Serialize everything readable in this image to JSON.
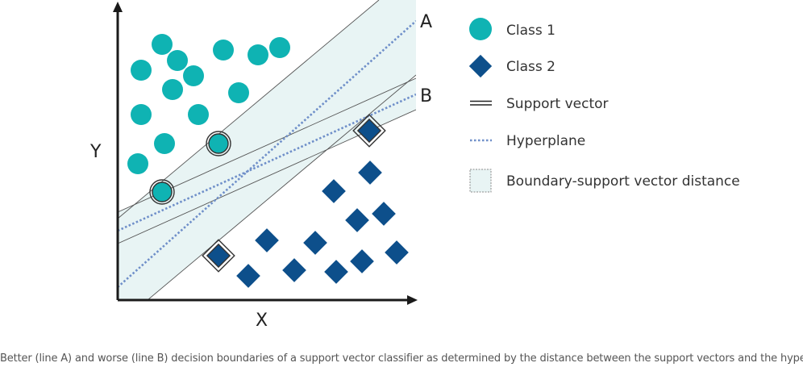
{
  "axes": {
    "x_label": "X",
    "y_label": "Y"
  },
  "lines": {
    "a_label": "A",
    "b_label": "B"
  },
  "legend": {
    "class1": "Class 1",
    "class2": "Class 2",
    "support_vector": "Support vector",
    "hyperplane": "Hyperplane",
    "margin": "Boundary-support vector distance"
  },
  "colors": {
    "class1": "#0fb3b3",
    "class2": "#0d4f8b",
    "margin_fill": "#e8f4f4",
    "hyperplane": "#6f8fc9",
    "axis": "#1a1a1a"
  },
  "caption": "Better (line A) and worse (line B) decision boundaries of a support vector classifier as determined by the distance between the support vectors and the hyperplane."
}
